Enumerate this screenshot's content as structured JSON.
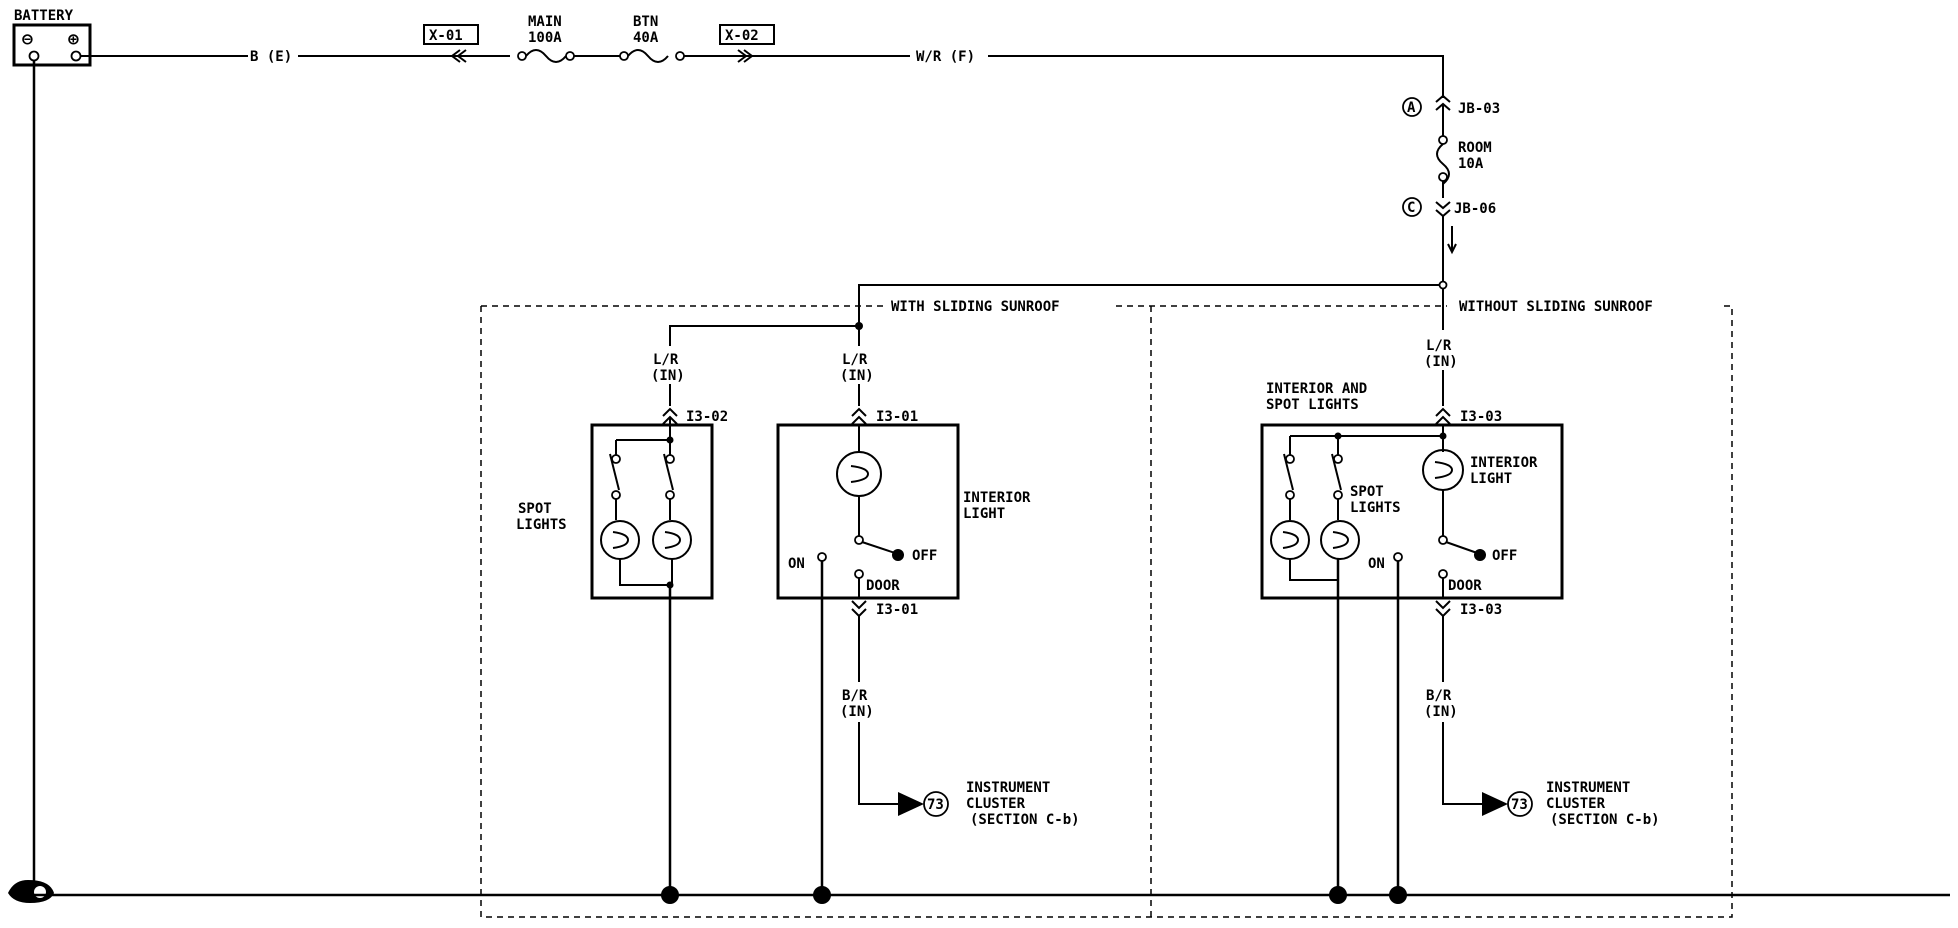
{
  "battery": {
    "label": "BATTERY",
    "neg": "⊖",
    "pos": "⊕"
  },
  "wires": {
    "battery_main": "B (E)",
    "main_feed": "W/R (F)",
    "spot_feed": [
      "L/R",
      "(IN)"
    ],
    "interior_feed": [
      "L/R",
      "(IN)"
    ],
    "without_feed": [
      "L/R",
      "(IN)"
    ],
    "door_wire_1": [
      "B/R",
      "(IN)"
    ],
    "door_wire_2": [
      "B/R",
      "(IN)"
    ]
  },
  "connectors": {
    "x01": "X-01",
    "x02": "X-02",
    "jb03": "JB-03",
    "jb06": "JB-06",
    "i302": "I3-02",
    "i301_top": "I3-01",
    "i301_bottom": "I3-01",
    "i303_top": "I3-03",
    "i303_bottom": "I3-03",
    "junction_a": "A",
    "junction_c": "C"
  },
  "fuses": {
    "main": [
      "MAIN",
      "100A"
    ],
    "btn": [
      "BTN",
      "40A"
    ],
    "room": [
      "ROOM",
      "10A"
    ]
  },
  "sections": {
    "with_sunroof": "WITH SLIDING SUNROOF",
    "without_sunroof": "WITHOUT SLIDING SUNROOF"
  },
  "components": {
    "spot_lights": [
      "SPOT",
      "LIGHTS"
    ],
    "interior_light": [
      "INTERIOR",
      "LIGHT"
    ],
    "interior_and_spot": [
      "INTERIOR AND",
      "SPOT LIGHTS"
    ],
    "spot_lights_2": [
      "SPOT",
      "LIGHTS"
    ],
    "interior_light_2": [
      "INTERIOR",
      "LIGHT"
    ]
  },
  "switch_positions": {
    "on_1": "ON",
    "off_1": "OFF",
    "door_1": "DOOR",
    "on_2": "ON",
    "off_2": "OFF",
    "door_2": "DOOR"
  },
  "references": {
    "cluster_num": "73",
    "cluster_1": [
      "INSTRUMENT",
      "CLUSTER",
      "(SECTION C-b)"
    ],
    "cluster_2": [
      "INSTRUMENT",
      "CLUSTER",
      "(SECTION C-b)"
    ]
  }
}
